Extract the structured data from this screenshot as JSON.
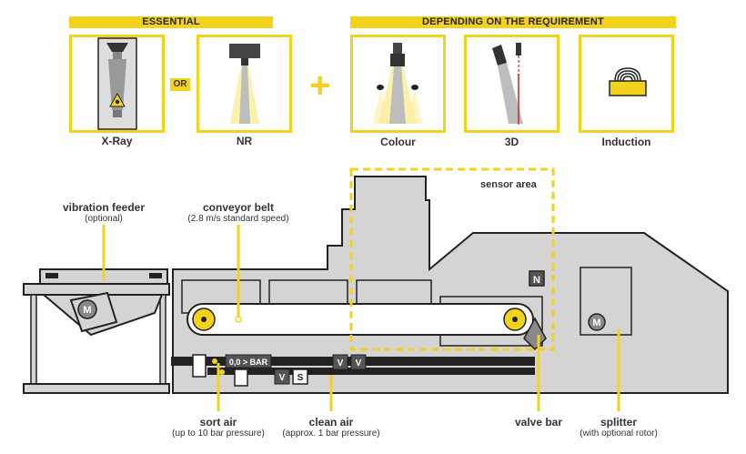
{
  "header": {
    "essential": "ESSENTIAL",
    "depending": "DEPENDING ON THE REQUIREMENT",
    "or": "OR",
    "plus": "+"
  },
  "sensors": {
    "xray": "X-Ray",
    "nr": "NR",
    "colour": "Colour",
    "three_d": "3D",
    "induction": "Induction"
  },
  "labels": {
    "sensor_area": "sensor area",
    "vibration_feeder": "vibration feeder",
    "vibration_feeder_sub": "(optional)",
    "conveyor_belt": "conveyor belt",
    "conveyor_belt_sub": "(2.8 m/s standard speed)",
    "sort_air": "sort air",
    "sort_air_sub": "(up to 10 bar pressure)",
    "clean_air": "clean air",
    "clean_air_sub": "(approx. 1 bar pressure)",
    "valve_bar": "valve bar",
    "splitter": "splitter",
    "splitter_sub": "(with optional rotor)"
  },
  "machine_tags": {
    "motor": "M",
    "north": "N",
    "bar": "0,0 > BAR",
    "valve": "V",
    "switch": "S"
  },
  "colors": {
    "accent": "#f3d21e",
    "machine_grey": "#d4d4d4",
    "outline": "#222222"
  }
}
